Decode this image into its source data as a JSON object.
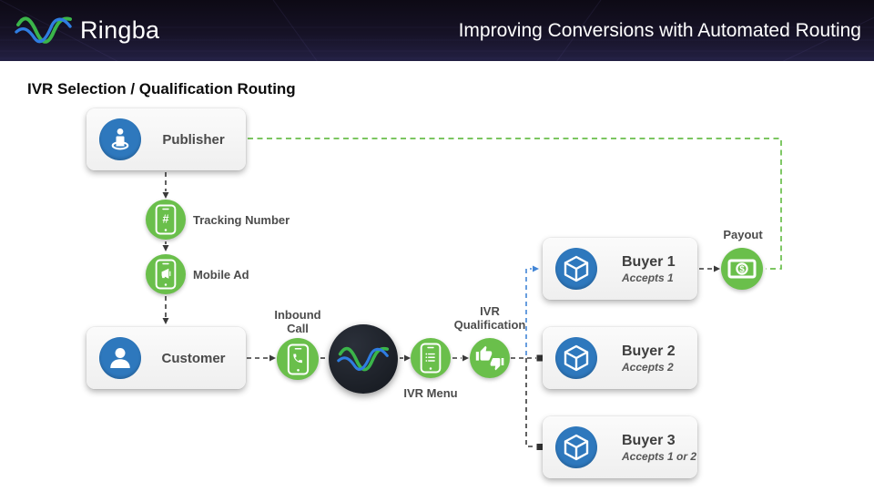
{
  "header": {
    "brand": "Ringba",
    "title": "Improving Conversions with Automated Routing"
  },
  "heading": "IVR Selection / Qualification Routing",
  "colors": {
    "green": "#6abf4b",
    "blue": "#2e78bd",
    "dark": "#21252c",
    "lineBlack": "#3a3a3a",
    "lineBlue": "#4285d6",
    "lineGreen": "#6abf4b"
  },
  "nodes": {
    "publisher": {
      "label": "Publisher"
    },
    "tracking_number": {
      "label": "Tracking Number"
    },
    "mobile_ad": {
      "label": "Mobile Ad"
    },
    "customer": {
      "label": "Customer"
    },
    "inbound_call": {
      "label": "Inbound Call"
    },
    "ivr_menu": {
      "label": "IVR Menu"
    },
    "ivr_qualification": {
      "label": "IVR Qualification"
    },
    "payout": {
      "label": "Payout"
    }
  },
  "buyers": [
    {
      "label": "Buyer 1",
      "sub": "Accepts 1"
    },
    {
      "label": "Buyer 2",
      "sub": "Accepts 2"
    },
    {
      "label": "Buyer 3",
      "sub": "Accepts 1 or 2"
    }
  ],
  "glyphs": {
    "tracking": "#",
    "payout": "$"
  },
  "icons": {
    "brand": "ringba-waveform-icon",
    "publisher": "person-pin-icon",
    "customer": "person-icon",
    "buyer": "cube-icon",
    "tracking_number": "phone-hash-icon",
    "mobile_ad": "phone-megaphone-icon",
    "inbound_call": "phone-call-icon",
    "ivr_menu": "phone-list-icon",
    "ivr_qualification": "thumbs-up-down-icon",
    "payout": "money-bill-icon"
  }
}
